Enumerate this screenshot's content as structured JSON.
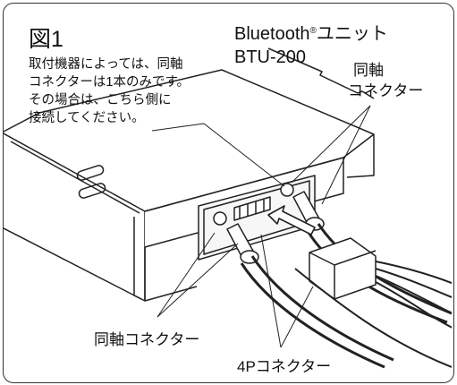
{
  "figure": {
    "title": "図1",
    "note_lines": [
      "取付機器によっては、同軸",
      "コネクターは1本のみです。",
      "その場合は、こちら側に",
      "接続してください。"
    ],
    "unit": {
      "name": "Bluetooth",
      "reg_mark": "®",
      "type": "ユニット",
      "model": "BTU-200"
    },
    "labels": {
      "coax_right_line1": "同軸",
      "coax_right_line2": "コネクター",
      "coax_bottom": "同軸コネクター",
      "four_pin": "4Pコネクター"
    }
  }
}
